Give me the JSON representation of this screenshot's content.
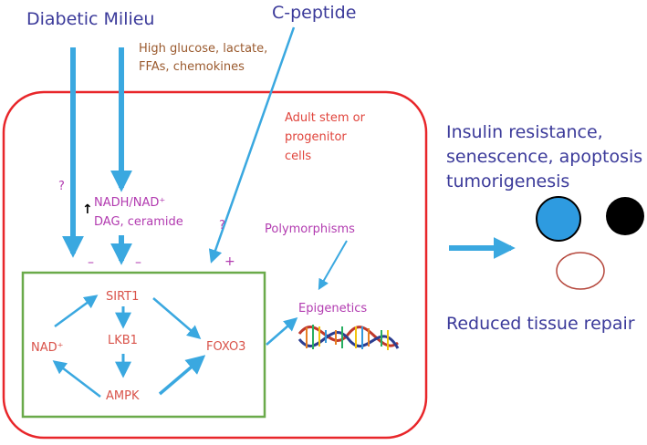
{
  "labels": {
    "diabetic_milieu": "Diabetic Milieu",
    "c_peptide": "C-peptide",
    "high_glucose": "High glucose, lactate,",
    "ffas": "FFAs, chemokines",
    "adult_stem_1": "Adult stem or",
    "adult_stem_2": "progenitor",
    "adult_stem_3": "cells",
    "question_left": "?",
    "question_mid": "?",
    "nadh": "NADH/NAD⁺",
    "dag": "DAG, ceramide",
    "up_arrow": "↑",
    "minus_1": "–",
    "minus_2": "–",
    "plus": "+",
    "polymorphisms": "Polymorphisms",
    "epigenetics": "Epigenetics",
    "sirt1": "SIRT1",
    "lkb1": "LKB1",
    "ampk": "AMPK",
    "nad": "NAD⁺",
    "foxo3": "FOXO3",
    "outcome_1": "Insulin resistance,",
    "outcome_2": "senescence, apoptosis",
    "outcome_3": "tumorigenesis",
    "reduced_repair": "Reduced tissue repair"
  },
  "colors": {
    "arrow_blue": "#3aa8e0",
    "cell_border": "#e8262a",
    "box_border": "#6aaa4a",
    "navy_text": "#3b3a9a",
    "circle_fill_blue": "#2e9be0",
    "circle_fill_black": "#000000",
    "circle_outline_red": "#b5473c"
  }
}
